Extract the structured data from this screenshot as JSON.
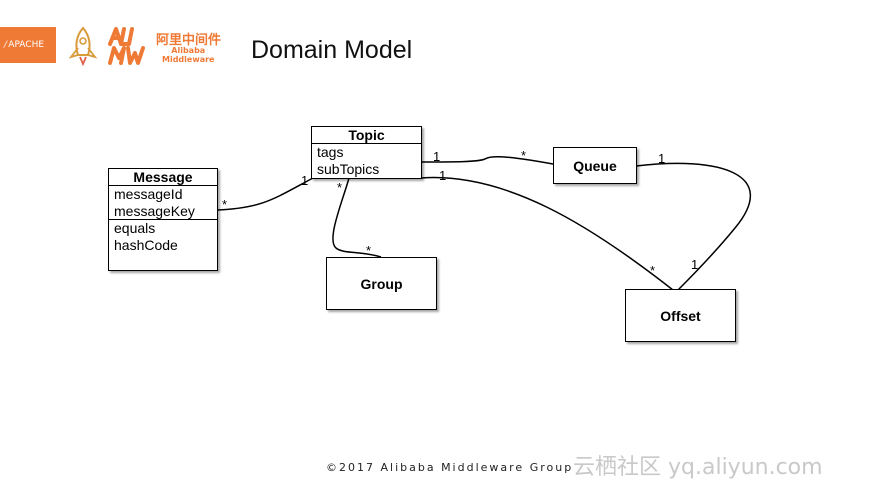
{
  "header": {
    "apache_logo_text": "APACHE",
    "alibaba_middleware_logo_cn": "阿里中间件",
    "alibaba_middleware_logo_en_line1": "Alibaba",
    "alibaba_middleware_logo_en_line2": "Middleware",
    "alibaba_middleware_logo_mark": "ALI MW",
    "brand_color": "#ee7a36",
    "title": "Domain Model"
  },
  "diagram": {
    "topic": {
      "name": "Topic",
      "attributes": [
        "tags",
        "subTopics"
      ]
    },
    "message": {
      "name": "Message",
      "attributes": [
        "messageId",
        "messageKey"
      ],
      "methods": [
        "equals",
        "hashCode"
      ]
    },
    "queue": {
      "name": "Queue"
    },
    "group": {
      "name": "Group"
    },
    "offset": {
      "name": "Offset"
    },
    "associations": [
      {
        "from": "Message",
        "to": "Topic",
        "from_mult": "*",
        "to_mult": "1"
      },
      {
        "from": "Topic",
        "to": "Queue",
        "from_mult": "1",
        "to_mult": "*"
      },
      {
        "from": "Topic",
        "to": "Group",
        "from_mult": "*",
        "to_mult": "*"
      },
      {
        "from": "Topic",
        "to": "Offset",
        "from_mult": "1",
        "to_mult": "*"
      },
      {
        "from": "Queue",
        "to": "Offset",
        "from_mult": "1",
        "to_mult": "1"
      }
    ]
  },
  "footer": {
    "copyright": "©2017 Alibaba Middleware Group"
  },
  "watermark": {
    "text": "云栖社区 yq.aliyun.com"
  }
}
